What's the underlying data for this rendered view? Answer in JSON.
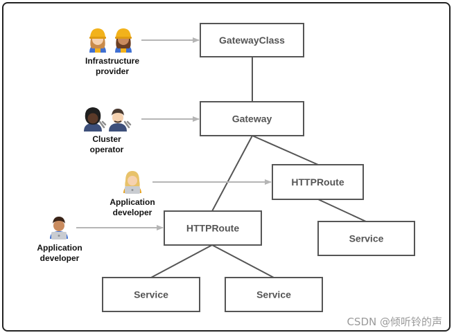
{
  "nodes": {
    "gatewayclass": "GatewayClass",
    "gateway": "Gateway",
    "httproute_right": "HTTPRoute",
    "httproute_left": "HTTPRoute",
    "service_right": "Service",
    "service_bottom_left": "Service",
    "service_bottom_right": "Service"
  },
  "roles": {
    "infrastructure_provider": {
      "line1": "Infrastructure",
      "line2": "provider",
      "icons": [
        "construction-worker-woman-icon",
        "construction-worker-woman-icon"
      ]
    },
    "cluster_operator": {
      "line1": "Cluster",
      "line2": "operator",
      "icons": [
        "mechanic-woman-icon",
        "mechanic-man-icon"
      ]
    },
    "app_developer_top": {
      "line1": "Application",
      "line2": "developer",
      "icons": [
        "technologist-woman-icon"
      ]
    },
    "app_developer_left": {
      "line1": "Application",
      "line2": "developer",
      "icons": [
        "technologist-man-icon"
      ]
    }
  },
  "watermark": "CSDN @倾听铃的声",
  "colors": {
    "box_border": "#555555",
    "connector": "#555555",
    "arrow": "#b5b5b5",
    "hard_hat": "#f2b21b",
    "skin_light": "#f6d2b0",
    "skin_medium": "#c98b5e",
    "skin_dark": "#5b3a29",
    "vest_blue": "#3f6fd1",
    "laptop": "#c9ccd1"
  }
}
